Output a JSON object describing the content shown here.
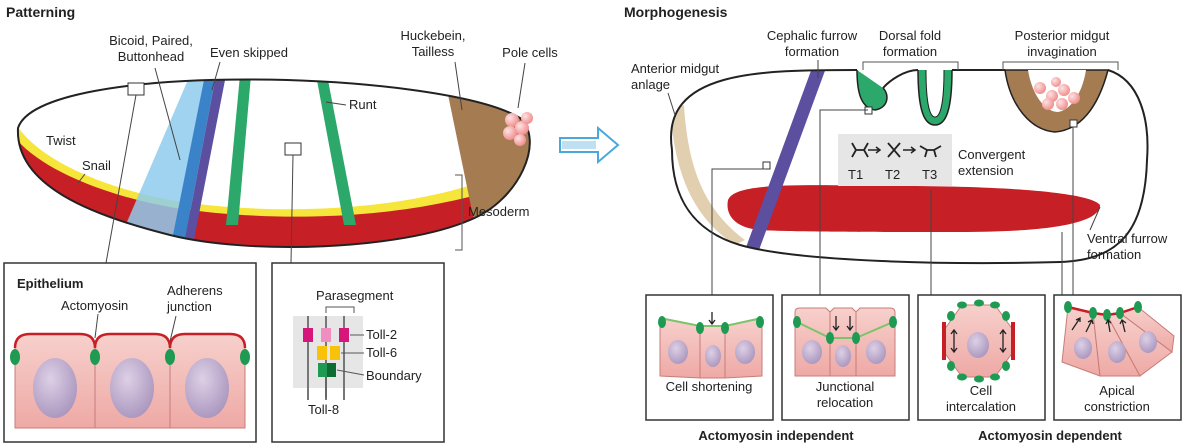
{
  "patterning": {
    "title": "Patterning",
    "labels": {
      "bicoid_1": "Bicoid, Paired,",
      "bicoid_2": "Buttonhead",
      "even_skipped": "Even skipped",
      "huckebein_1": "Huckebein,",
      "huckebein_2": "Tailless",
      "pole_cells": "Pole cells",
      "runt": "Runt",
      "twist": "Twist",
      "snail": "Snail",
      "mesoderm": "Mesoderm"
    },
    "epithelium_box": {
      "title": "Epithelium",
      "actomyosin": "Actomyosin",
      "adherens_1": "Adherens",
      "adherens_2": "junction"
    },
    "parasegment_box": {
      "parasegment": "Parasegment",
      "toll2": "Toll-2",
      "toll6": "Toll-6",
      "boundary": "Boundary",
      "toll8": "Toll-8"
    }
  },
  "morphogenesis": {
    "title": "Morphogenesis",
    "labels": {
      "cephalic_1": "Cephalic furrow",
      "cephalic_2": "formation",
      "dorsal_1": "Dorsal fold",
      "dorsal_2": "formation",
      "posterior_1": "Posterior midgut",
      "posterior_2": "invagination",
      "anterior_1": "Anterior midgut",
      "anterior_2": "anlage",
      "convergent_1": "Convergent",
      "convergent_2": "extension",
      "t1": "T1",
      "t2": "T2",
      "t3": "T3",
      "ventral_1": "Ventral furrow",
      "ventral_2": "formation"
    },
    "cell_boxes": [
      {
        "line1": "Cell shortening",
        "line2": ""
      },
      {
        "line1": "Junctional",
        "line2": "relocation"
      },
      {
        "line1": "Cell",
        "line2": "intercalation"
      },
      {
        "line1": "Apical",
        "line2": "constriction"
      }
    ],
    "footer": {
      "independent": "Actomyosin independent",
      "dependent": "Actomyosin dependent"
    }
  },
  "colors": {
    "yellow": "#f6e53a",
    "red": "#c62026",
    "light_blue": "#8ecbec",
    "blue": "#3a83c8",
    "purple": "#5c4fa0",
    "green": "#2ba86a",
    "brown": "#a57c52",
    "pink_cell": "#f5c4c0",
    "nucleus": "#c5b3d2",
    "junction_green": "#1e9a52",
    "arrow_blue": "#4aa8dc",
    "beige": "#e2cfb0"
  }
}
